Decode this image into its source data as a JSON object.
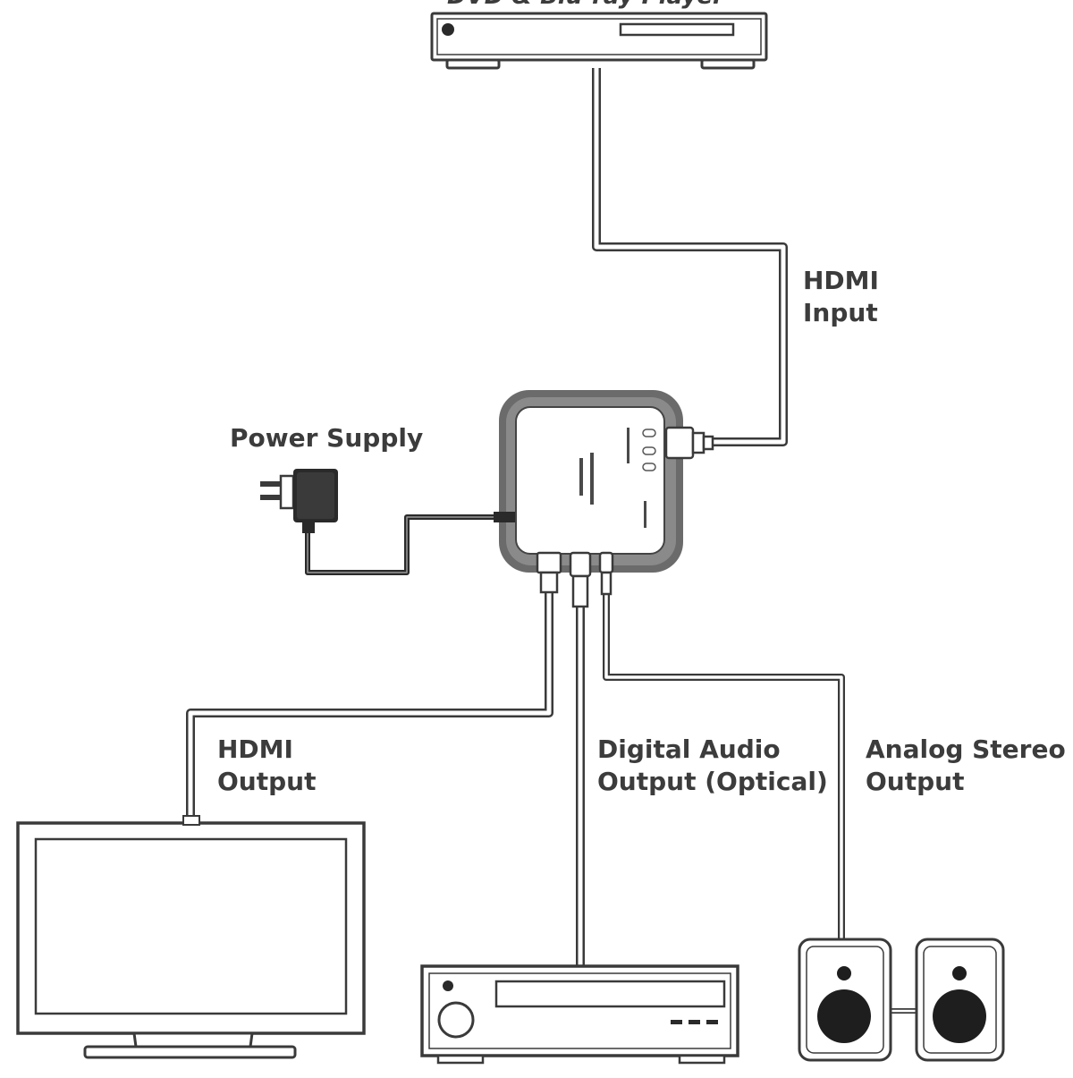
{
  "diagram": {
    "source": {
      "title": "DVD & Blu-ray Player"
    },
    "labels": {
      "hdmi_input": [
        "HDMI",
        "Input"
      ],
      "power_supply": [
        "Power Supply"
      ],
      "hdmi_output": [
        "HDMI",
        "Output"
      ],
      "digital_audio": [
        "Digital Audio",
        "Output (Optical)"
      ],
      "analog_stereo": [
        "Analog Stereo",
        "Output"
      ]
    },
    "colors": {
      "line": "#3a3a3a",
      "cable_fill": "#ffffff",
      "device_frame": "#6b6b6b",
      "text": "#3c3c3c",
      "dark_cable": "#2a2a2a"
    }
  }
}
